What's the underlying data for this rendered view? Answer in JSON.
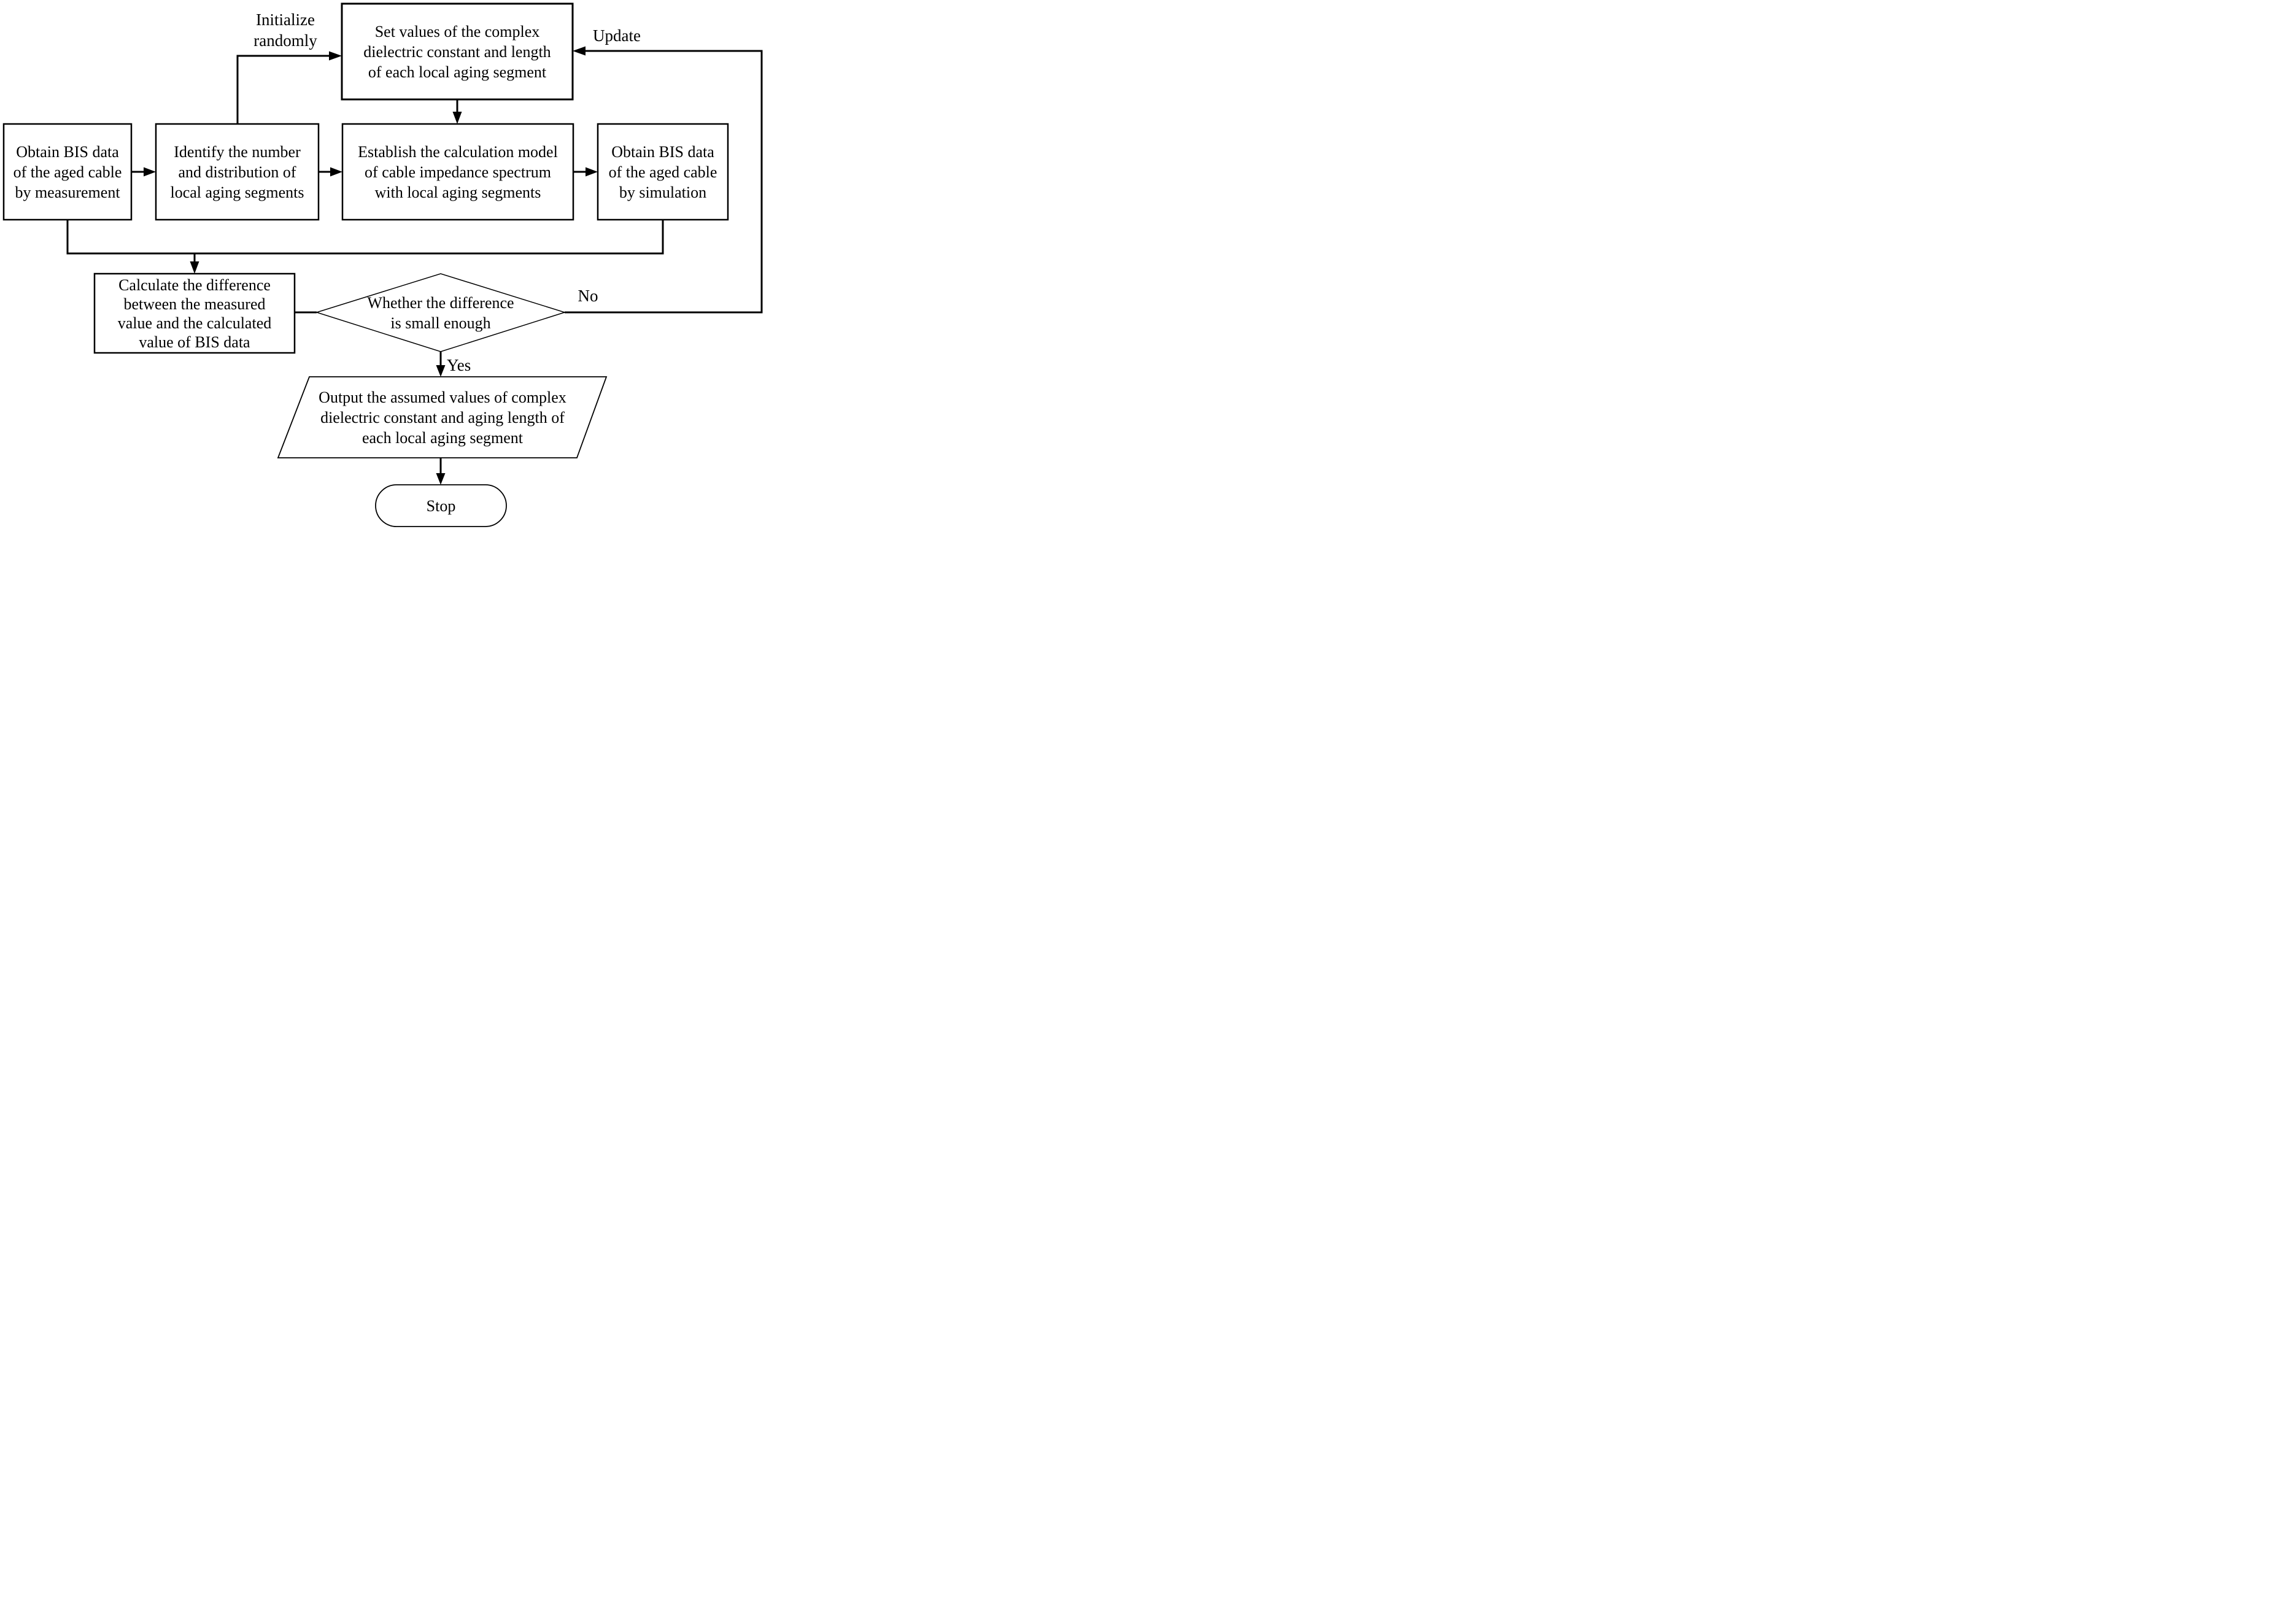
{
  "diagram_type": "flowchart",
  "colors": {
    "ink": "#000000",
    "background": "#ffffff"
  },
  "nodes": {
    "set_values": {
      "shape": "process",
      "label": "Set values of the complex\ndielectric constant and length\nof each local aging segment"
    },
    "obtain_measurement": {
      "shape": "process",
      "label": "Obtain BIS data\nof the aged cable\nby measurement"
    },
    "identify_segments": {
      "shape": "process",
      "label": "Identify the number\nand distribution of\nlocal aging segments"
    },
    "establish_model": {
      "shape": "process",
      "label": "Establish the calculation model\nof cable impedance spectrum\nwith local aging segments"
    },
    "obtain_simulation": {
      "shape": "process",
      "label": "Obtain BIS data\nof the aged cable\nby simulation"
    },
    "calculate_difference": {
      "shape": "process",
      "label": "Calculate the difference\nbetween the measured\nvalue and the calculated\nvalue of BIS data"
    },
    "decision": {
      "shape": "decision",
      "label": "Whether the difference\nis small enough"
    },
    "output": {
      "shape": "data-output",
      "label": "Output the assumed values of complex\ndielectric constant and aging length of\neach local aging segment"
    },
    "stop": {
      "shape": "terminator",
      "label": "Stop"
    }
  },
  "labels": {
    "initialize": "Initialize\nrandomly",
    "update": "Update",
    "no": "No",
    "yes": "Yes"
  },
  "edges": [
    {
      "from": "obtain_measurement",
      "to": "identify_segments",
      "label": ""
    },
    {
      "from": "identify_segments",
      "to": "set_values",
      "label": "Initialize randomly"
    },
    {
      "from": "set_values",
      "to": "establish_model",
      "label": ""
    },
    {
      "from": "establish_model",
      "to": "obtain_simulation",
      "label": ""
    },
    {
      "from": "obtain_measurement",
      "to": "calculate_difference",
      "label": ""
    },
    {
      "from": "obtain_simulation",
      "to": "calculate_difference",
      "label": ""
    },
    {
      "from": "calculate_difference",
      "to": "decision",
      "label": ""
    },
    {
      "from": "decision",
      "to": "set_values",
      "label": "No, Update"
    },
    {
      "from": "decision",
      "to": "output",
      "label": "Yes"
    },
    {
      "from": "output",
      "to": "stop",
      "label": ""
    }
  ]
}
